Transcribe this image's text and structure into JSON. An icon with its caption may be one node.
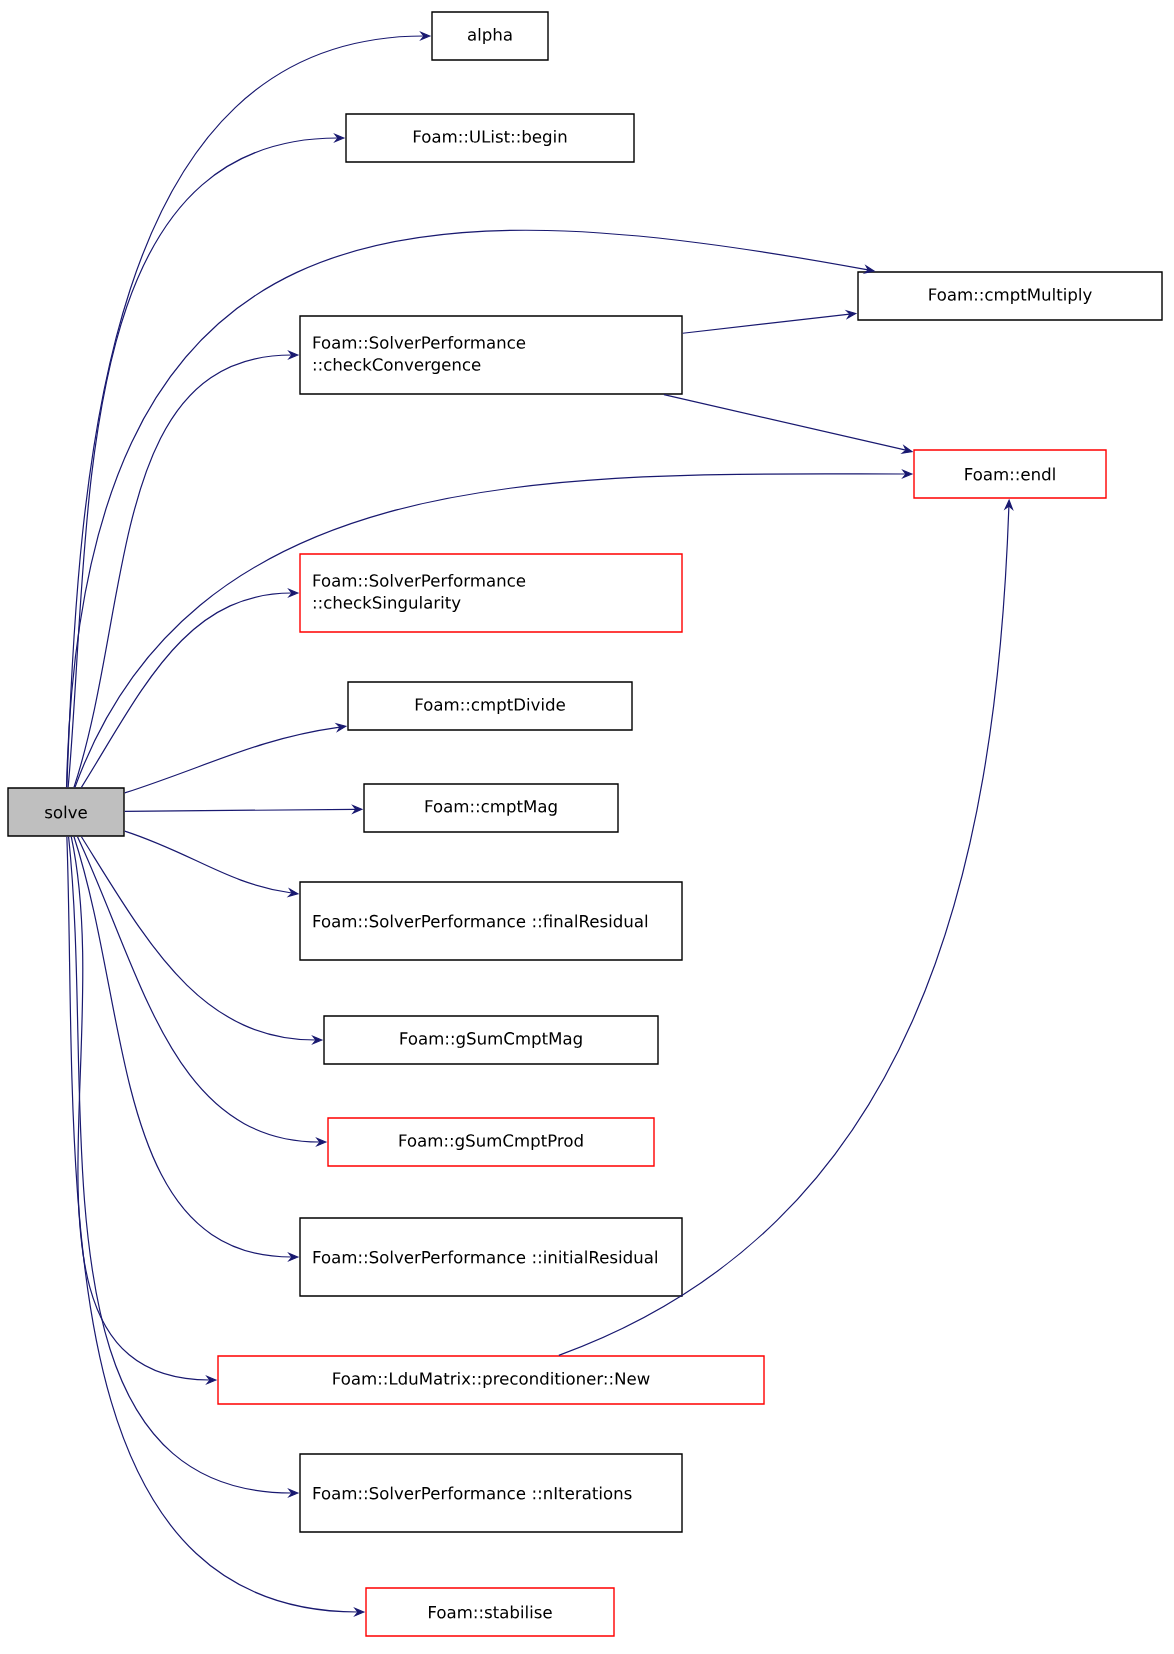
{
  "diagram": {
    "nodes": [
      {
        "text": [
          "solve"
        ]
      },
      {
        "text": [
          "alpha"
        ]
      },
      {
        "text": [
          "Foam::UList::begin"
        ]
      },
      {
        "text": [
          "Foam::SolverPerformance ::checkConvergence"
        ]
      },
      {
        "text": [
          "Foam::cmptMultiply"
        ]
      },
      {
        "text": [
          "Foam::endl"
        ]
      },
      {
        "text": [
          "Foam::SolverPerformance ::checkSingularity"
        ]
      },
      {
        "text": [
          "Foam::cmptDivide"
        ]
      },
      {
        "text": [
          "Foam::cmptMag"
        ]
      },
      {
        "text": [
          "Foam::SolverPerformance ::finalResidual"
        ]
      },
      {
        "text": [
          "Foam::gSumCmptMag"
        ]
      },
      {
        "text": [
          "Foam::gSumCmptProd"
        ]
      },
      {
        "text": [
          "Foam::SolverPerformance ::initialResidual"
        ]
      },
      {
        "text": [
          "Foam::LduMatrix::preconditioner::New"
        ]
      },
      {
        "text": [
          "Foam::SolverPerformance ::nIterations"
        ]
      },
      {
        "text": [
          "Foam::stabilise"
        ]
      }
    ],
    "edges": [
      {
        "from": 0,
        "to": 1,
        "arrow": "to"
      },
      {
        "from": 0,
        "to": 2,
        "arrow": "to"
      },
      {
        "from": 0,
        "to": 4,
        "arrow": "to"
      },
      {
        "from": 0,
        "to": 3,
        "arrow": "to"
      },
      {
        "from": 0,
        "to": 5,
        "arrow": "to"
      },
      {
        "from": 0,
        "to": 6,
        "arrow": "to"
      },
      {
        "from": 0,
        "to": 7,
        "arrow": "to"
      },
      {
        "from": 0,
        "to": 8,
        "arrow": "to"
      },
      {
        "from": 0,
        "to": 9,
        "arrow": "to"
      },
      {
        "from": 0,
        "to": 10,
        "arrow": "to"
      },
      {
        "from": 0,
        "to": 11,
        "arrow": "to"
      },
      {
        "from": 0,
        "to": 12,
        "arrow": "to"
      },
      {
        "from": 0,
        "to": 13,
        "arrow": "to"
      },
      {
        "from": 0,
        "to": 14,
        "arrow": "to"
      },
      {
        "from": 0,
        "to": 15,
        "arrow": "to"
      },
      {
        "from": 3,
        "to": 4,
        "arrow": "to"
      },
      {
        "from": 3,
        "to": 5,
        "arrow": "to"
      },
      {
        "from": 13,
        "to": 5,
        "arrow": "to"
      }
    ]
  }
}
